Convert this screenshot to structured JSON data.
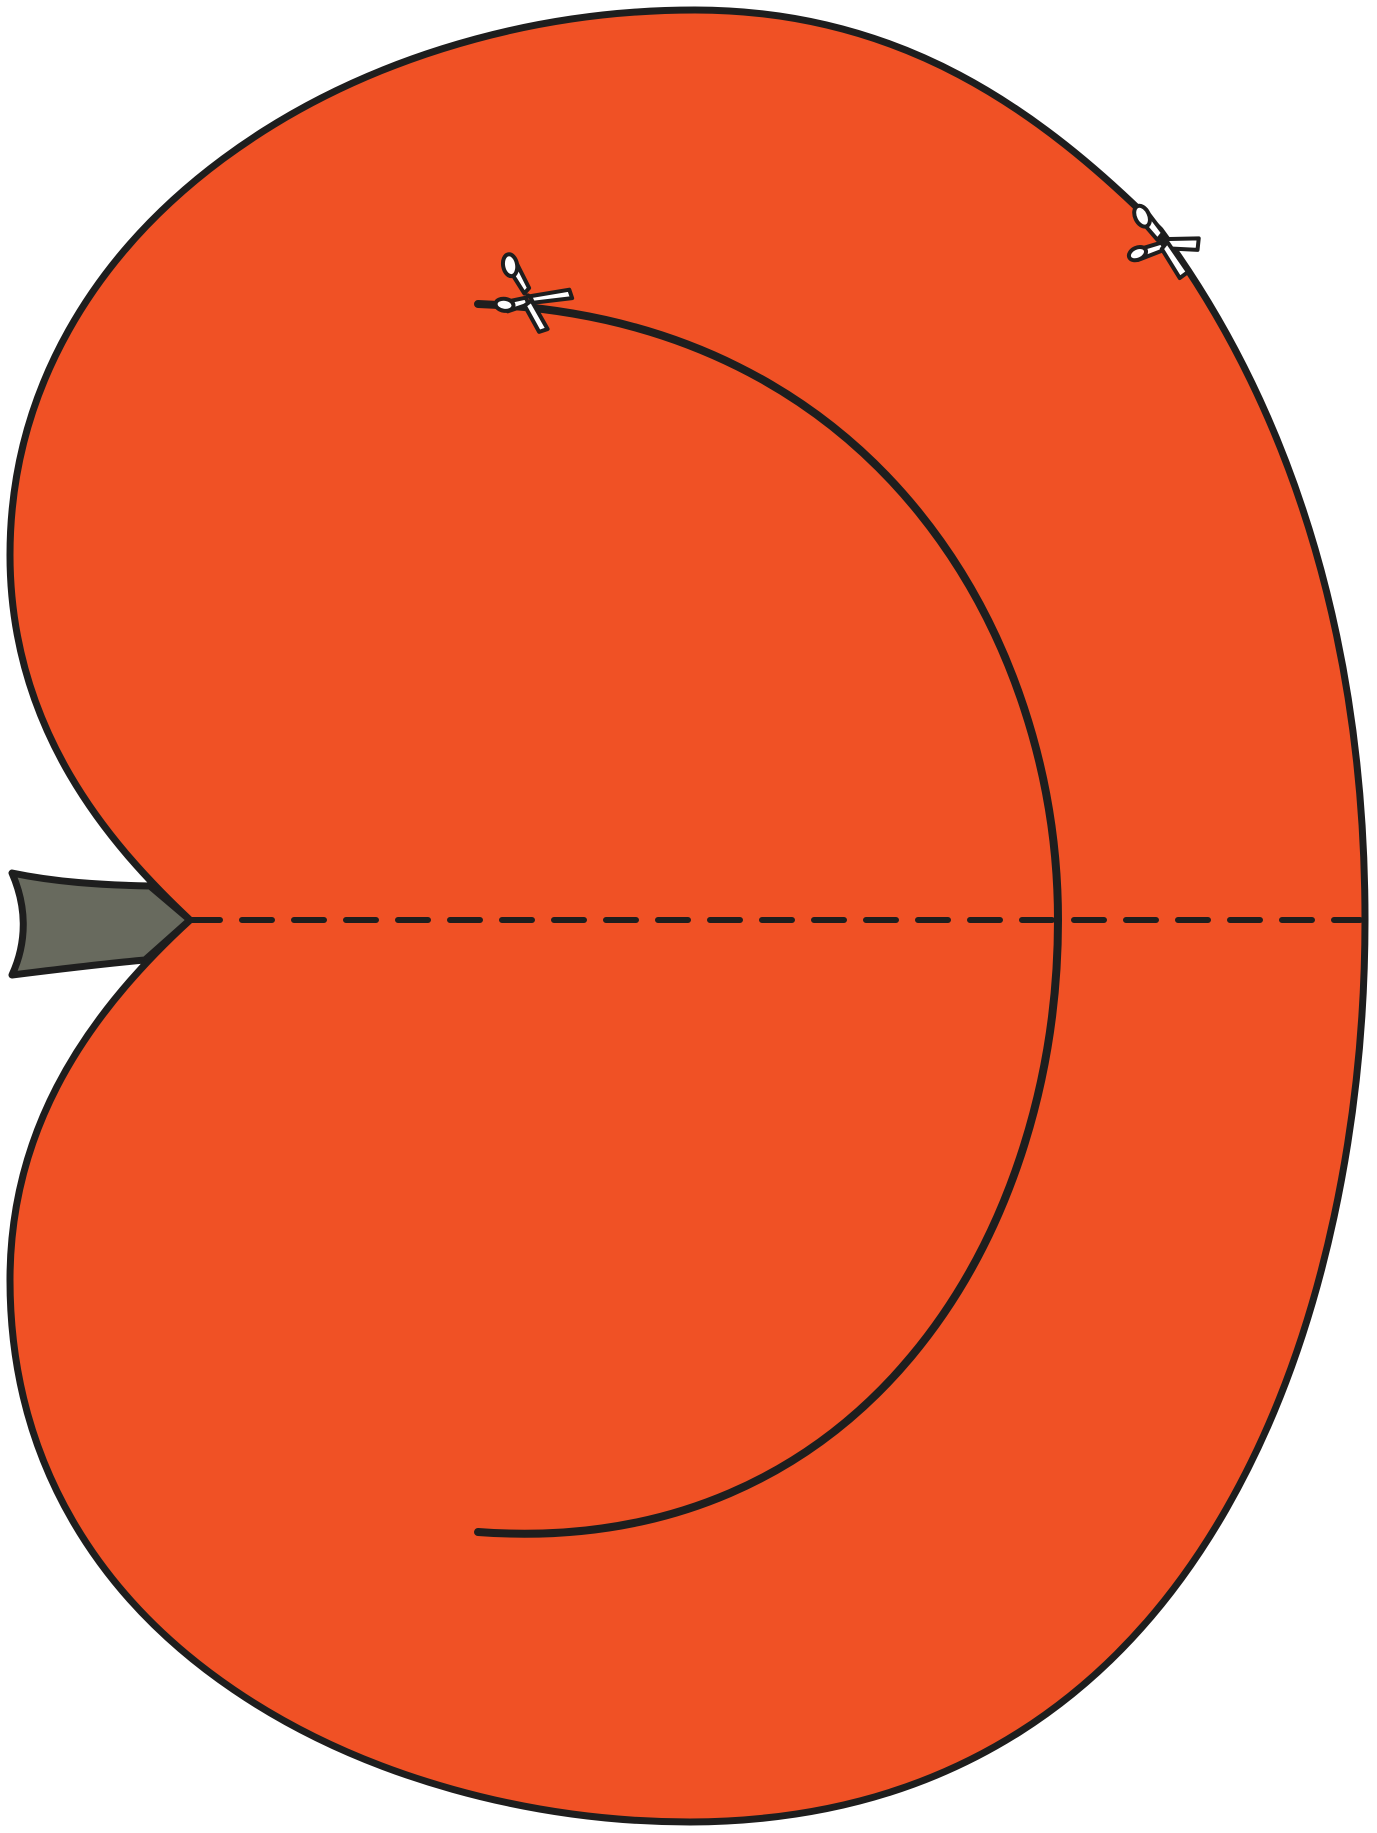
{
  "template": {
    "type": "pumpkin-cutout",
    "colors": {
      "pumpkin_fill": "#F05125",
      "stem_fill": "#686A5E",
      "outline": "#1E1E1E",
      "background": "#FFFFFF",
      "scissors_fill": "#FFFFFF"
    },
    "lines": {
      "outline": "solid",
      "inner_cut": "solid",
      "fold": "dashed"
    },
    "icons": [
      "scissors-icon",
      "scissors-icon"
    ]
  }
}
